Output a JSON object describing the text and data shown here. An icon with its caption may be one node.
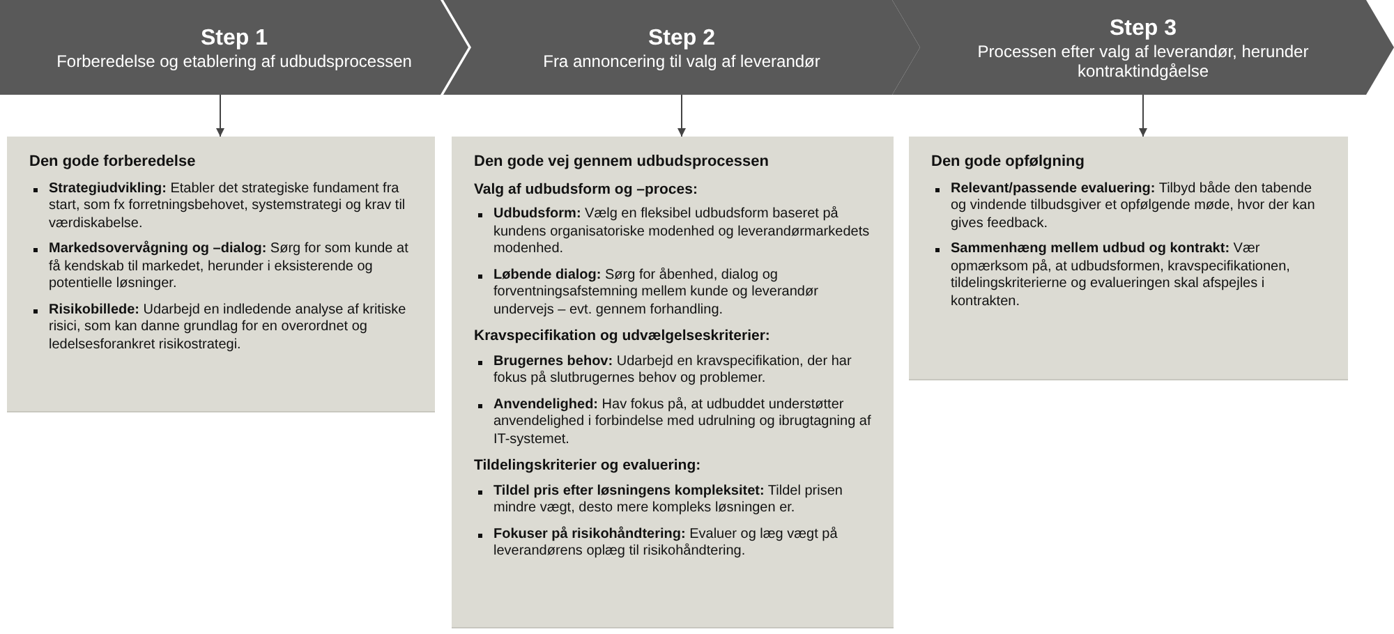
{
  "diagram": {
    "nodes": [
      {
        "text": [
          "Step 1",
          "Forberedelse og etablering af udbudsprocessen"
        ]
      },
      {
        "text": [
          "Step 2",
          "Fra annoncering til valg af leverandør"
        ]
      },
      {
        "text": [
          "Step 3",
          "Processen efter valg af leverandør, herunder kontraktindgåelse"
        ]
      },
      {
        "text": [
          "Den gode forberedelse",
          "**Strategiudvikling:** Etabler det strategiske fundament fra start, som fx forretningsbehovet, systemstrategi og krav til værdiskabelse.",
          "**Markedsovervågning og –dialog:** Sørg for som kunde at få kendskab til markedet, herunder i eksisterende og potentielle løsninger.",
          "**Risikobillede:** Udarbejd en indledende analyse af kritiske risici, som kan danne grundlag for en overordnet og ledelsesforankret risikostrategi."
        ]
      },
      {
        "text": [
          "Den gode vej gennem udbudsprocessen",
          "Valg af udbudsform og –proces:",
          "**Udbudsform:** Vælg en fleksibel udbudsform baseret på kundens organisatoriske modenhed og leverandørmarkedets modenhed.",
          "**Løbende dialog:** Sørg for åbenhed, dialog og forventningsafstemning mellem kunde og leverandør undervejs – evt. gennem forhandling.",
          "Kravspecifikation og udvælgelseskriterier:",
          "**Brugernes behov:** Udarbejd en kravspecifikation, der har fokus på slutbrugernes behov og problemer.",
          "**Anvendelighed:** Hav fokus på, at udbuddet understøtter anvendelighed i forbindelse med udrulning og ibrugtagning af IT-systemet.",
          "Tildelingskriterier og evaluering:",
          "**Tildel pris efter løsningens kompleksitet:** Tildel prisen mindre vægt, desto mere kompleks løsningen er.",
          "**Fokuser på risikohåndtering:** Evaluer og læg vægt på leverandørens oplæg til risikohåndtering."
        ]
      },
      {
        "text": [
          "Den gode opfølgning",
          "**Relevant/passende evaluering:** Tilbyd både den tabende og vindende tilbudsgiver et opfølgende møde, hvor der kan gives feedback.",
          "**Sammenhæng mellem udbud og kontrakt:** Vær opmærksom på, at udbudsformen, kravspecifikationen, tildelingskriterierne og evalueringen skal afspejles i kontrakten."
        ]
      }
    ],
    "edges": [
      {
        "from": 0,
        "to": 3,
        "arrow": "to"
      },
      {
        "from": 1,
        "to": 4,
        "arrow": "to"
      },
      {
        "from": 2,
        "to": 5,
        "arrow": "to"
      }
    ]
  }
}
